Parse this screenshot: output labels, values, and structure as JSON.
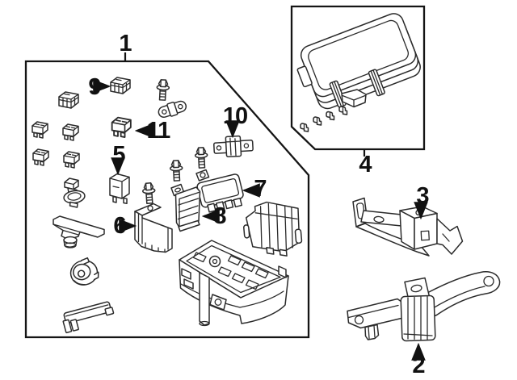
{
  "diagram": {
    "background_color": "#ffffff",
    "line_color": "#2b2b2b",
    "label_color": "#111111",
    "callouts": [
      {
        "label": "1"
      },
      {
        "label": "2"
      },
      {
        "label": "3"
      },
      {
        "label": "4"
      },
      {
        "label": "5"
      },
      {
        "label": "6"
      },
      {
        "label": "7"
      },
      {
        "label": "8"
      },
      {
        "label": "9"
      },
      {
        "label": "10"
      },
      {
        "label": "11"
      }
    ]
  }
}
